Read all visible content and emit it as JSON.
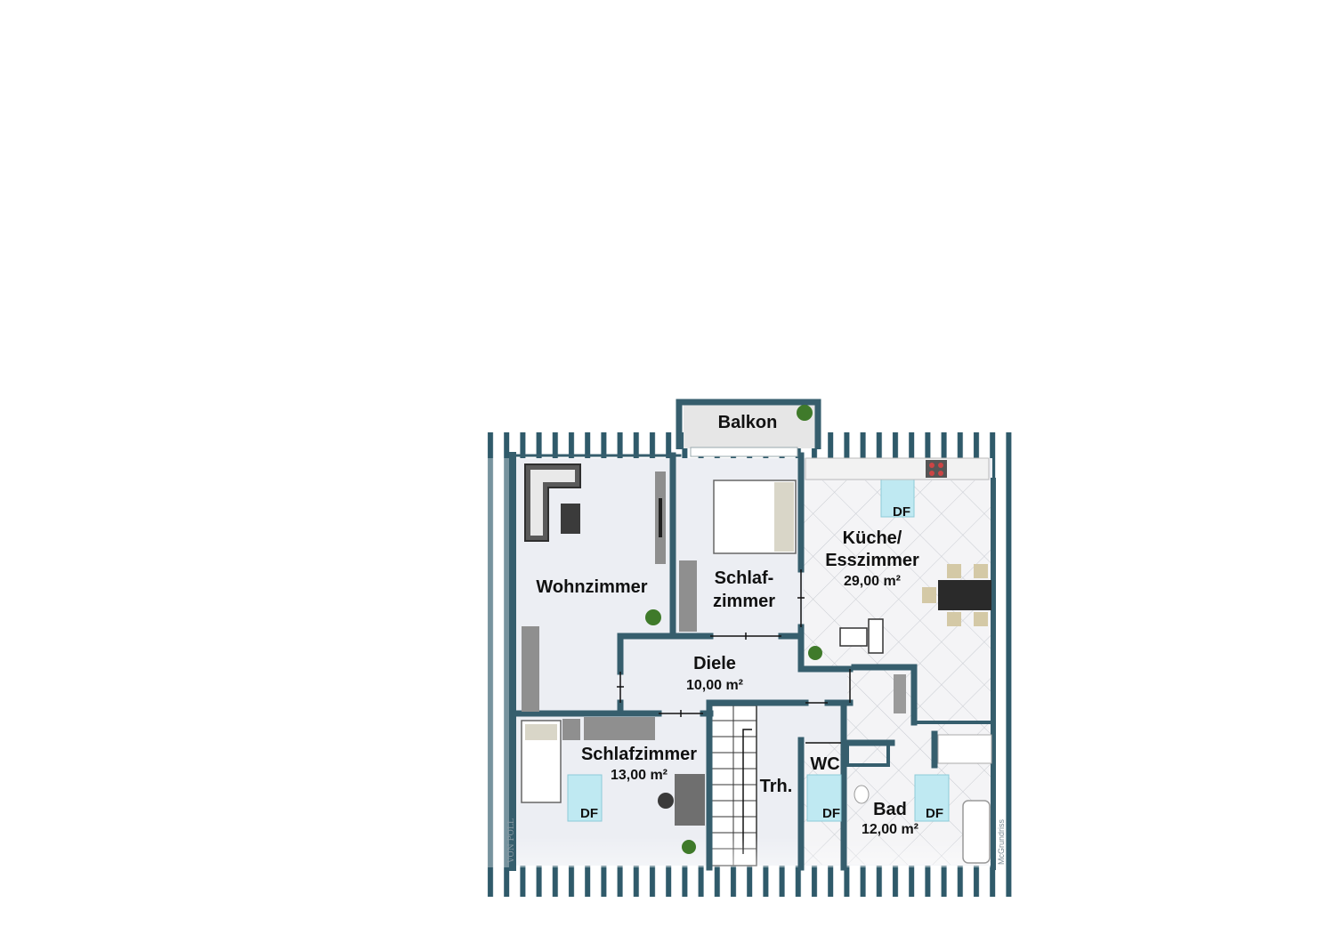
{
  "rooms": {
    "balkon": {
      "name": "Balkon"
    },
    "wohnzimmer": {
      "name": "Wohnzimmer"
    },
    "schlafzimmer_top": {
      "line1": "Schlaf-",
      "line2": "zimmer"
    },
    "kueche": {
      "line1": "Küche/",
      "line2": "Esszimmer",
      "area": "29,00 m²"
    },
    "diele": {
      "name": "Diele",
      "area": "10,00 m²"
    },
    "schlafzimmer": {
      "name": "Schlafzimmer",
      "area": "13,00 m²"
    },
    "treppenhaus": {
      "name": "Trh."
    },
    "wc": {
      "name": "WC"
    },
    "bad": {
      "name": "Bad",
      "area": "12,00 m²"
    }
  },
  "skylights": {
    "label": "DF"
  },
  "watermark": {
    "text": "VON POLL"
  },
  "brand": {
    "text": "McGrundriss"
  },
  "colors": {
    "wall": "#365e6d",
    "roof_stripe": "#2f5a6a",
    "floor": "#eceef3",
    "tile": "#f4f4f6",
    "skylight": "#bfe9f2",
    "furniture_dark": "#4a4a4a",
    "plant": "#3f7a2a"
  }
}
